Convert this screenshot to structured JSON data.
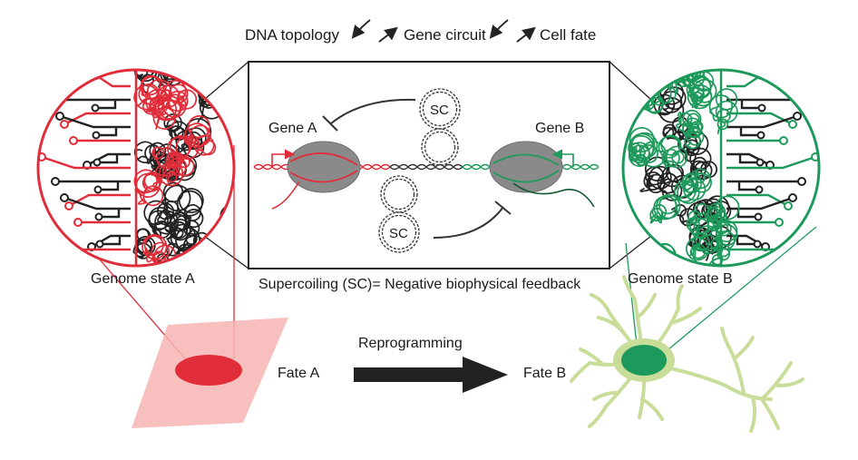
{
  "header": {
    "dna_topology": "DNA topology",
    "gene_circuit": "Gene circuit",
    "cell_fate": "Cell fate"
  },
  "panel": {
    "gene_a": "Gene A",
    "gene_b": "Gene B",
    "sc_top": "SC",
    "sc_bottom": "SC",
    "caption": "Supercoiling (SC)= Negative biophysical feedback"
  },
  "left": {
    "genome_state": "Genome state A",
    "fate": "Fate A"
  },
  "right": {
    "genome_state": "Genome state B",
    "fate": "Fate B"
  },
  "arrow": {
    "label": "Reprogramming"
  },
  "colors": {
    "red": "#e12d39",
    "green": "#1d9a5b",
    "dark": "#222222",
    "gray_gene": "#8a8a8a",
    "pink_cell": "#f7b4b4",
    "neuron": "#c9dd9a"
  }
}
